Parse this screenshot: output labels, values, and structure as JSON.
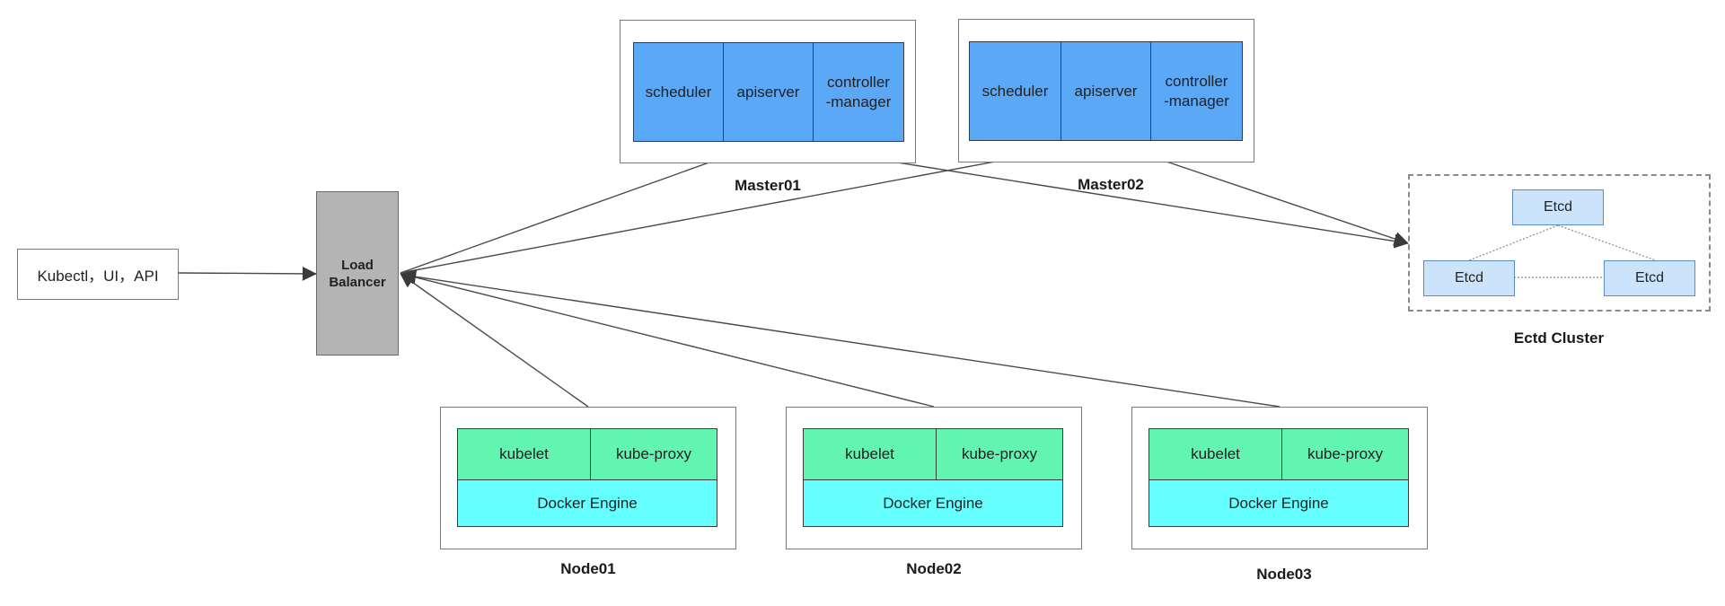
{
  "client": {
    "label": "Kubectl，UI，API"
  },
  "load_balancer": {
    "label": "Load\nBalancer"
  },
  "masters": [
    {
      "name": "Master01",
      "components": [
        "scheduler",
        "apiserver",
        "controller\n-manager"
      ]
    },
    {
      "name": "Master02",
      "components": [
        "scheduler",
        "apiserver",
        "controller\n-manager"
      ]
    }
  ],
  "etcd_cluster": {
    "name": "Ectd Cluster",
    "members": [
      "Etcd",
      "Etcd",
      "Etcd"
    ]
  },
  "nodes": [
    {
      "name": "Node01",
      "components": [
        "kubelet",
        "kube-proxy"
      ],
      "runtime": "Docker Engine"
    },
    {
      "name": "Node02",
      "components": [
        "kubelet",
        "kube-proxy"
      ],
      "runtime": "Docker Engine"
    },
    {
      "name": "Node03",
      "components": [
        "kubelet",
        "kube-proxy"
      ],
      "runtime": "Docker Engine"
    }
  ],
  "colors": {
    "master_component": "#5ba8f7",
    "node_component": "#62f5b2",
    "runtime": "#66ffff",
    "etcd": "#cce4fb",
    "load_balancer": "#b4b4b4",
    "arrow": "#4a4a4a"
  }
}
